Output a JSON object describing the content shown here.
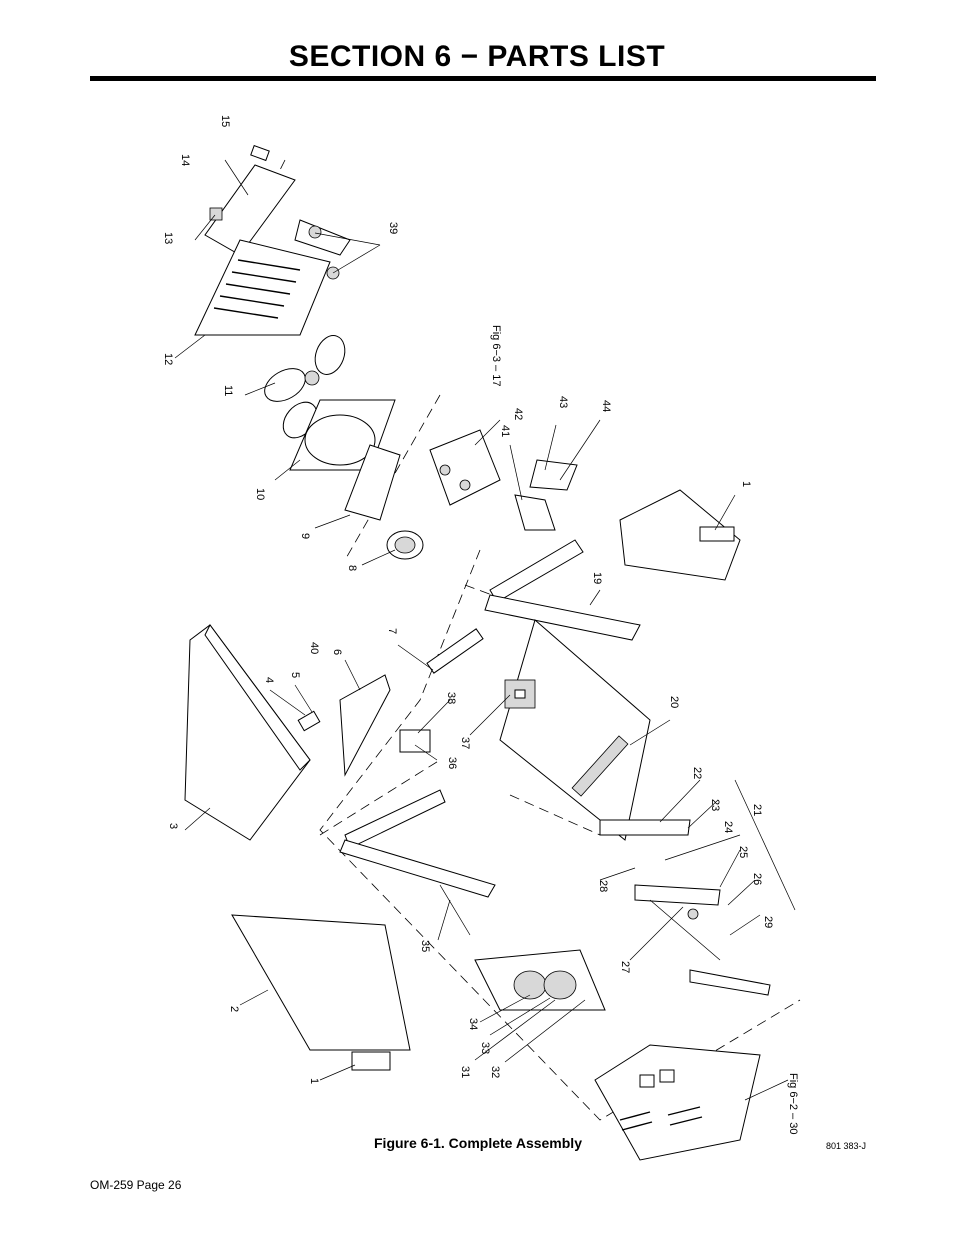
{
  "header": {
    "title": "SECTION 6 − PARTS LIST"
  },
  "figure": {
    "caption": "Figure 6-1. Complete Assembly",
    "drawing_code": "801 383-J",
    "callouts": [
      "15",
      "14",
      "13",
      "39",
      "12",
      "11",
      "10",
      "9",
      "8",
      "Fig 6−3 – 17",
      "41",
      "42",
      "43",
      "44",
      "1",
      "19",
      "7",
      "40",
      "6",
      "4",
      "5",
      "38",
      "37",
      "36",
      "20",
      "3",
      "22",
      "23",
      "24",
      "21",
      "25",
      "28",
      "26",
      "29",
      "35",
      "27",
      "2",
      "34",
      "33",
      "31",
      "32",
      "1",
      "Fig 6−2 – 30"
    ]
  },
  "footer": {
    "page_label": "OM-259 Page 26"
  }
}
